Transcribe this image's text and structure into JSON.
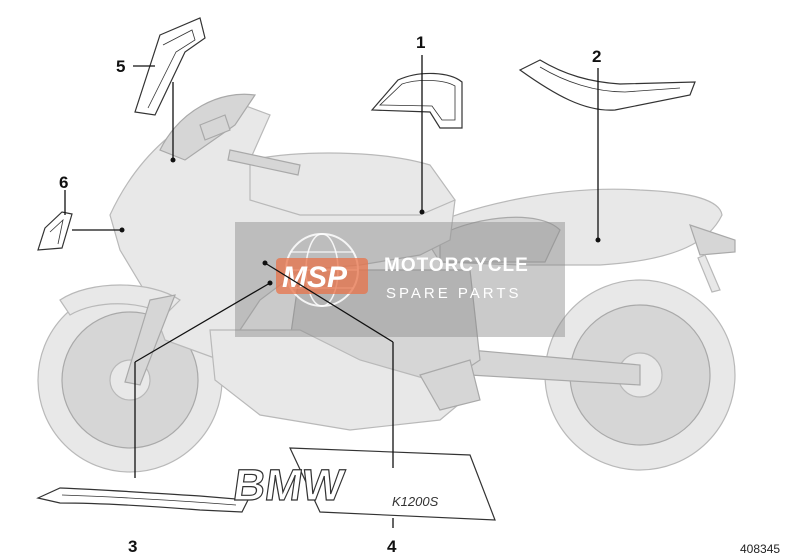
{
  "callouts": [
    {
      "id": "1",
      "label": "1"
    },
    {
      "id": "2",
      "label": "2"
    },
    {
      "id": "3",
      "label": "3"
    },
    {
      "id": "4",
      "label": "4"
    },
    {
      "id": "5",
      "label": "5"
    },
    {
      "id": "6",
      "label": "6"
    }
  ],
  "watermark": {
    "logo": "MSP",
    "title": "MOTORCYCLE",
    "subtitle": "SPARE PARTS"
  },
  "decal": {
    "brand": "BMW",
    "model": "K1200S"
  },
  "diagram_id": "408345",
  "colors": {
    "watermark_bg": "#8a8a8a",
    "watermark_logo": "#e8734a",
    "bike_fill": "#e8e8e8",
    "line": "#111111"
  }
}
